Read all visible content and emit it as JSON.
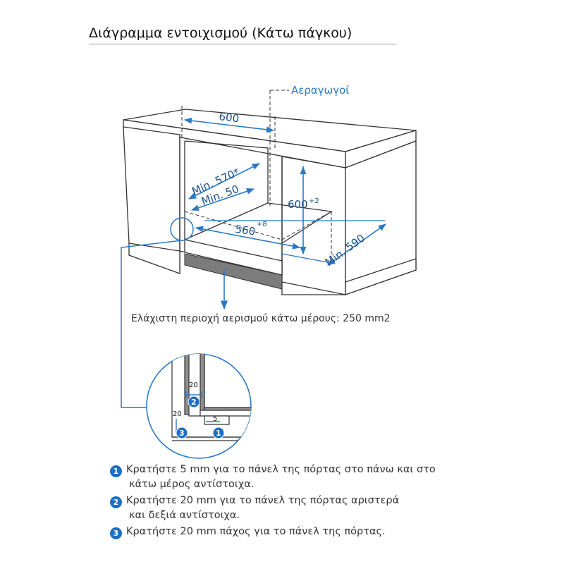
{
  "title": "Διάγραμμα εντοιχισμού (Κάτω πάγκου)",
  "labels": {
    "vents": "Αεραγωγοί",
    "width_600": "600",
    "min_570": "Min. 570*",
    "min_50": "Min. 50",
    "height": "600",
    "height_tol": "+2",
    "inner_width": "560",
    "inner_width_tol": "+8",
    "min_590": "Min. 590",
    "detail_20_top": "20",
    "detail_20_left": "20",
    "detail_5": "5",
    "marker_1": "1",
    "marker_2": "2",
    "marker_3": "3"
  },
  "ventilation_note": "Ελάχιστη περιοχή αερισμού κάτω μέρους: 250 mm2",
  "legend": [
    {
      "num": "1",
      "line1": "Κρατήστε 5 mm για το πάνελ της πόρτας στο πάνω και στο",
      "line2": "κάτω μέρος αντίστοιχα."
    },
    {
      "num": "2",
      "line1": "Κρατήστε 20 mm για το πάνελ της πόρτας αριστερά",
      "line2": "και δεξιά αντίστοιχα."
    },
    {
      "num": "3",
      "line1": "Κρατήστε 20 mm πάχος για το πάνελ της πόρτας.",
      "line2": ""
    }
  ],
  "colors": {
    "accent": "#1c6fc4",
    "dim_text": "#1a4f86",
    "outline": "#333333"
  }
}
